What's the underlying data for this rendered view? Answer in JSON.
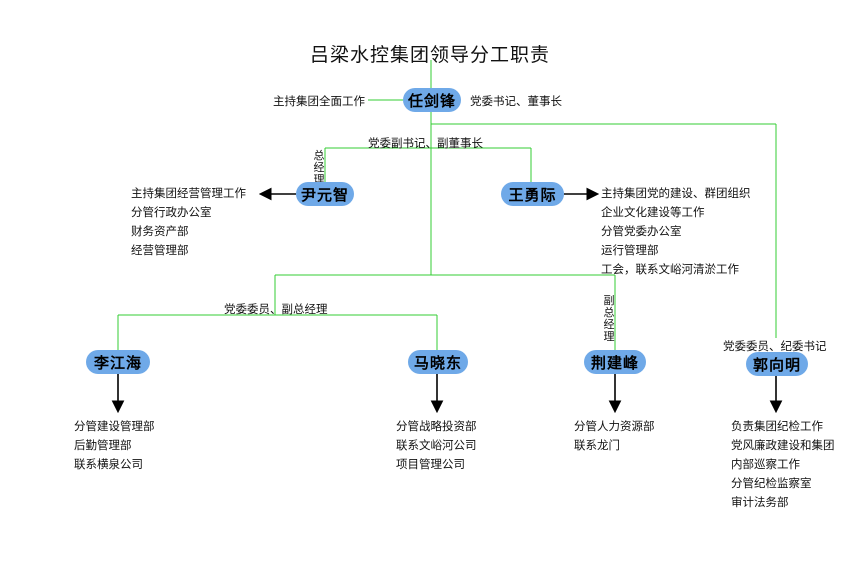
{
  "title": "吕梁水控集团领导分工职责",
  "top": {
    "name": "任剑锋",
    "left_text": "主持集团全面工作",
    "right_text": "党委书记、董事长"
  },
  "deputy_caption": "党委副书记、副董事长",
  "yin": {
    "name": "尹元智",
    "side_label": "总经理",
    "duties": [
      "主持集团经营管理工作",
      "分管行政办公室",
      "财务资产部",
      "经营管理部"
    ]
  },
  "wang": {
    "name": "王勇际",
    "duties": [
      "主持集团党的建设、群团组织",
      "企业文化建设等工作",
      "分管党委办公室",
      "运行管理部",
      "工会，联系文峪河清淤工作"
    ]
  },
  "members_caption": "党委委员、副总经理",
  "li": {
    "name": "李江海",
    "duties": [
      "分管建设管理部",
      "后勤管理部",
      "联系横泉公司"
    ]
  },
  "ma": {
    "name": "马晓东",
    "duties": [
      "分管战略投资部",
      "联系文峪河公司",
      "项目管理公司"
    ]
  },
  "jing": {
    "name": "荆建峰",
    "side_label": "副总经理",
    "duties": [
      "分管人力资源部",
      "联系龙门"
    ]
  },
  "guo": {
    "name": "郭向明",
    "caption": "党委委员、纪委书记",
    "duties": [
      "负责集团纪检工作",
      "党风廉政建设和集团",
      "内部巡察工作",
      "分管纪检监察室",
      "审计法务部"
    ]
  },
  "colors": {
    "node_fill": "#6fa9e8",
    "connector": "#33cc33",
    "arrow": "#000000"
  }
}
